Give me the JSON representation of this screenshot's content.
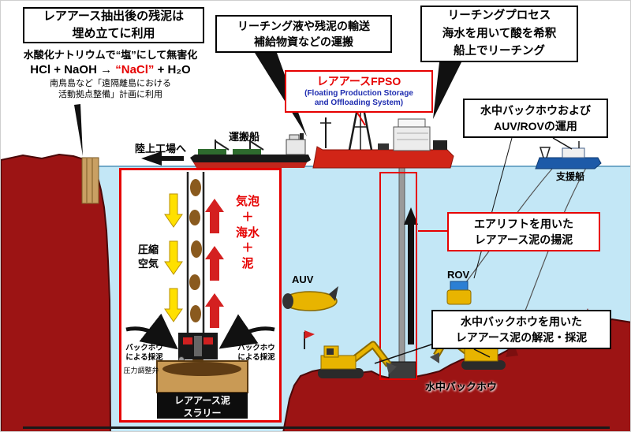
{
  "callouts": {
    "residue": {
      "lines": [
        "レアアース抽出後の残泥は",
        "埋め立てに利用"
      ]
    },
    "neutralize": {
      "title": "水酸化ナトリウムで“塩”にして無害化",
      "formula_pre": "HCl + NaOH → ",
      "formula_salt": "“NaCl”",
      "formula_post": " + H₂O",
      "notes": [
        "南鳥島など「遠隔離島における",
        "活動拠点整備」計画に利用"
      ]
    },
    "transport": {
      "lines": [
        "リーチング液や残泥の輸送",
        "補給物資などの運搬"
      ]
    },
    "fpso": {
      "title": "レアアースFPSO",
      "subtitle": [
        "(Floating Production Storage",
        "and Offloading System)"
      ]
    },
    "leaching": {
      "lines": [
        "リーチングプロセス",
        "海水を用いて酸を希釈",
        "船上でリーチング"
      ]
    },
    "equipment": {
      "lines": [
        "水中バックホウおよび",
        "AUV/ROVの運用"
      ]
    },
    "airlift": {
      "lines": [
        "エアリフトを用いた",
        "レアアース泥の揚泥"
      ]
    },
    "backhoe_use": {
      "lines": [
        "水中バックホウを用いた",
        "レアアース泥の解泥・採泥"
      ]
    }
  },
  "scene_labels": {
    "to_plant": "陸上工場へ",
    "carrier": "運搬船",
    "support": "支援船",
    "auv": "AUV",
    "rov": "ROV",
    "underwater_backhoe": "水中バックホウ"
  },
  "inset": {
    "compressed_air": [
      "圧縮",
      "空気"
    ],
    "mix": [
      "気泡",
      "＋",
      "海水",
      "＋",
      "泥"
    ],
    "backhoe_left": [
      "バックホウ",
      "による採泥"
    ],
    "backhoe_right": [
      "バックホウ",
      "による採泥"
    ],
    "pressure_valve": "圧力調整弁",
    "slurry": [
      "レアアース泥",
      "スラリー"
    ]
  },
  "colors": {
    "seabed_red": "#9c1414",
    "sea_blue": "#c3e7f6",
    "accent_red": "#e60000",
    "fpso_hull_red": "#d12517",
    "equipment_yellow": "#e8b400",
    "support_ship_blue": "#1d5aa8",
    "fpso_subtitle_blue": "#1f2db0"
  }
}
